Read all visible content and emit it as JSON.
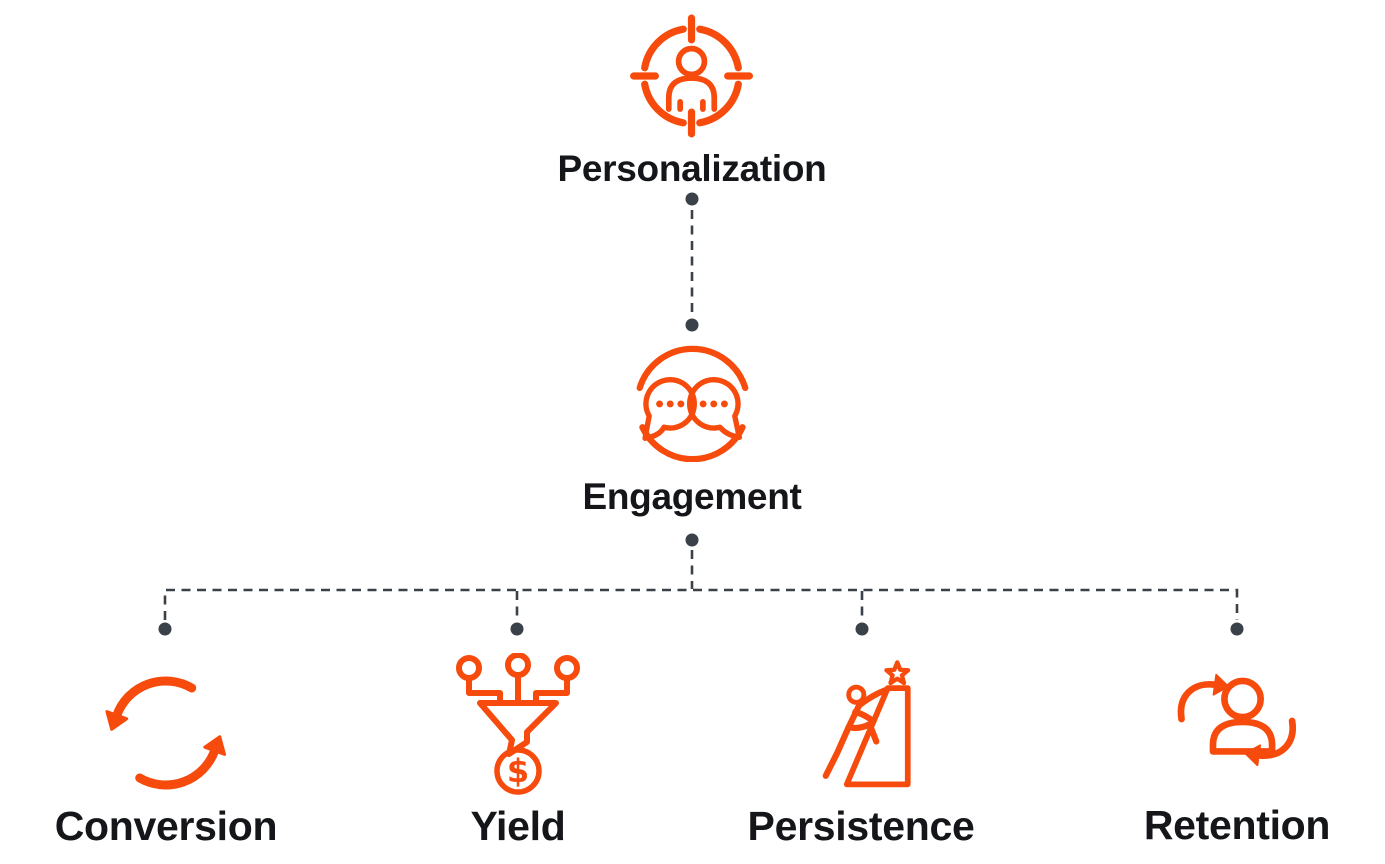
{
  "nodes": {
    "root": {
      "label": "Personalization",
      "icon": "target-user-icon"
    },
    "middle": {
      "label": "Engagement",
      "icon": "speech-bubbles-icon"
    },
    "leaves": [
      {
        "label": "Conversion",
        "icon": "sync-arrows-icon"
      },
      {
        "label": "Yield",
        "icon": "funnel-dollar-icon"
      },
      {
        "label": "Persistence",
        "icon": "climber-wall-star-icon"
      },
      {
        "label": "Retention",
        "icon": "user-refresh-icon"
      }
    ]
  },
  "icons": {
    "dollar_glyph": "$"
  },
  "connections": [
    {
      "from": "Personalization",
      "to": "Engagement",
      "style": "dashed-with-dot-endpoints"
    },
    {
      "from": "Engagement",
      "to": "Conversion",
      "style": "dashed-with-dot-endpoints"
    },
    {
      "from": "Engagement",
      "to": "Yield",
      "style": "dashed-with-dot-endpoints"
    },
    {
      "from": "Engagement",
      "to": "Persistence",
      "style": "dashed-with-dot-endpoints"
    },
    {
      "from": "Engagement",
      "to": "Retention",
      "style": "dashed-with-dot-endpoints"
    }
  ],
  "colors": {
    "accent": "#F64B0C",
    "connector": "#3A4149",
    "text": "#14161A",
    "background": "#FFFFFF"
  }
}
